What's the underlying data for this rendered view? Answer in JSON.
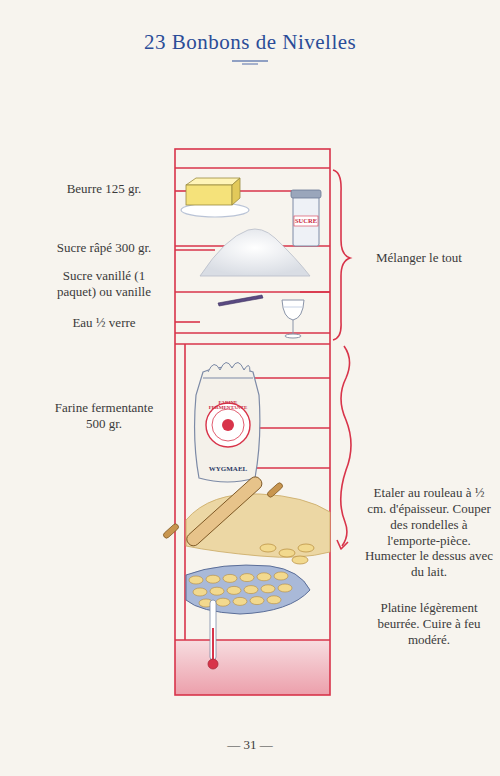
{
  "diagram": {
    "title": "23 Bonbons de Nivelles",
    "labels": [
      "Beurre 125 gr.",
      "Sucre râpé 300 gr.",
      "Sucre vanillé (1 paquet) ou vanille",
      "Eau ½ verre",
      "Farine fermentante 500 gr.",
      "Mélanger le tout",
      "Etaler au rouleau à ½ cm. d'épaisseur. Couper des rondelles à l'emporte-pièce. Humecter le dessus avec du lait.",
      "Platine légèrement beurrée. Cuire à feu modéré.",
      "SUCRE",
      "FARINE FERMENTANTE",
      "WYGMAEL",
      "— 31 —"
    ]
  }
}
